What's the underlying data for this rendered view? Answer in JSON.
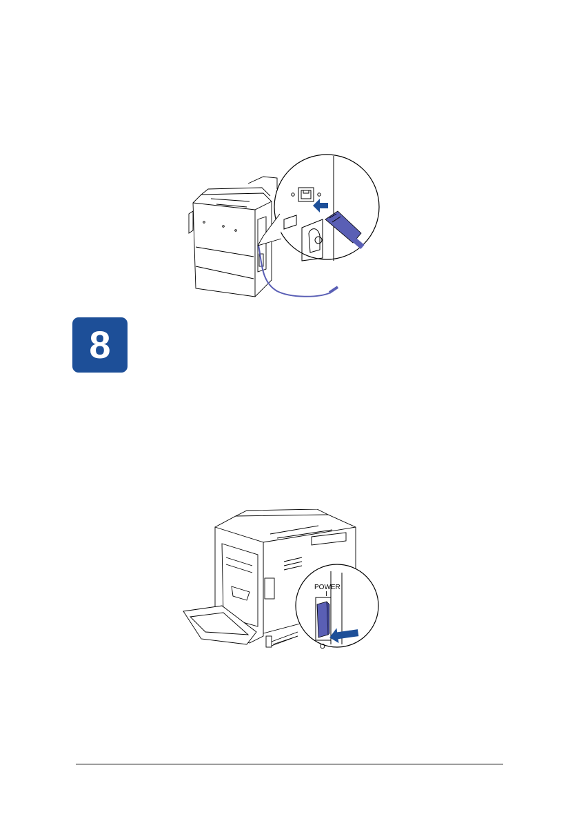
{
  "step": {
    "number": "8"
  },
  "power_switch": {
    "label": "POWER",
    "on_mark": "I",
    "off_mark": "O"
  },
  "colors": {
    "badge": "#1d4f98",
    "cable": "#5a5fb5",
    "switch": "#5a5fb5",
    "arrow": "#1d4f98"
  }
}
